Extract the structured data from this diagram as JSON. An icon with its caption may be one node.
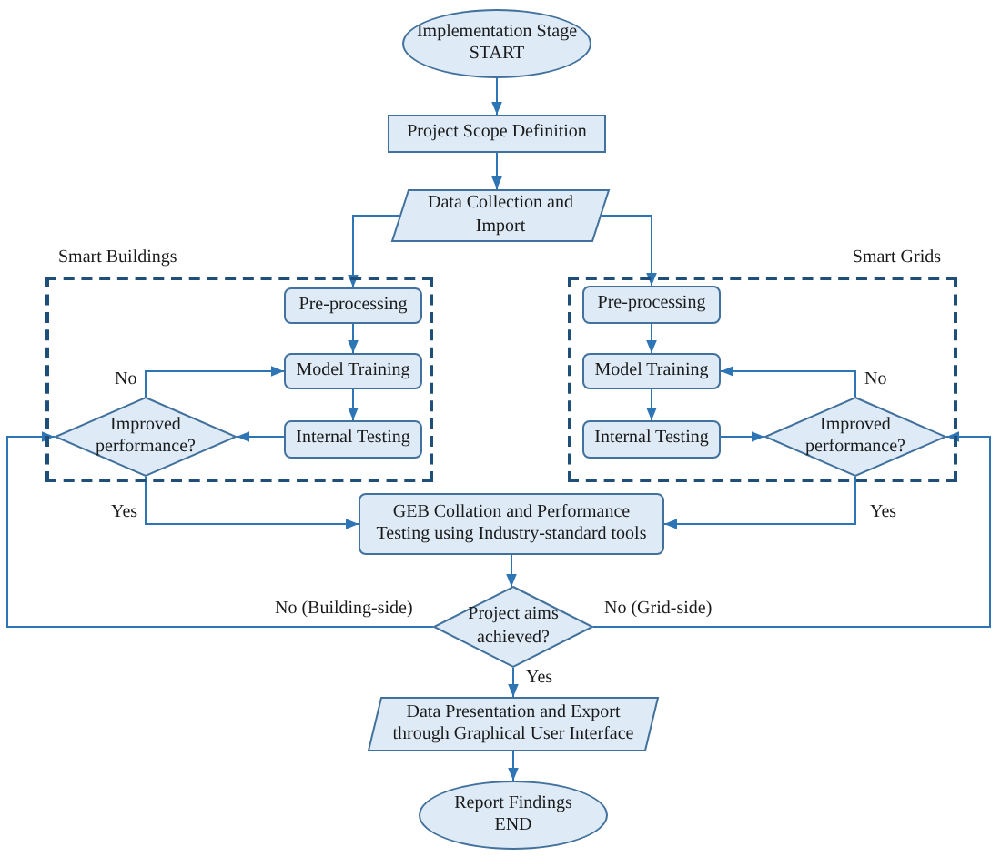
{
  "diagram": {
    "nodes": [
      {
        "text": [
          "Implementation Stage",
          "START"
        ]
      },
      {
        "text": [
          "Project Scope Definition"
        ]
      },
      {
        "text": [
          "Data Collection and Import"
        ]
      },
      {
        "text": [
          "Smart Buildings"
        ]
      },
      {
        "text": [
          "Pre-processing"
        ],
        "in": 3
      },
      {
        "text": [
          "Model Training"
        ],
        "in": 3
      },
      {
        "text": [
          "Internal Testing"
        ],
        "in": 3
      },
      {
        "text": [
          "Improved performance?"
        ],
        "in": 3
      },
      {
        "text": [
          "Smart Grids"
        ]
      },
      {
        "text": [
          "Pre-processing"
        ],
        "in": 8
      },
      {
        "text": [
          "Model Training"
        ],
        "in": 8
      },
      {
        "text": [
          "Internal Testing"
        ],
        "in": 8
      },
      {
        "text": [
          "Improved performance?"
        ],
        "in": 8
      },
      {
        "text": [
          "GEB Collation and Performance Testing using Industry-standard tools"
        ]
      },
      {
        "text": [
          "Project aims achieved?"
        ]
      },
      {
        "text": [
          "Data Presentation and Export through Graphical User Interface"
        ]
      },
      {
        "text": [
          "Report Findings",
          "END"
        ]
      }
    ],
    "edges": [
      {
        "from": 0,
        "to": 1,
        "arrow": "to"
      },
      {
        "from": 1,
        "to": 2,
        "arrow": "to"
      },
      {
        "from": 2,
        "to": 4,
        "arrow": "to"
      },
      {
        "from": 2,
        "to": 9,
        "arrow": "to"
      },
      {
        "from": 4,
        "to": 5,
        "arrow": "to"
      },
      {
        "from": 5,
        "to": 6,
        "arrow": "to"
      },
      {
        "from": 6,
        "to": 7,
        "arrow": "to"
      },
      {
        "from": 7,
        "to": 5,
        "arrow": "to",
        "label": "No"
      },
      {
        "from": 7,
        "to": 13,
        "arrow": "to",
        "label": "Yes"
      },
      {
        "from": 9,
        "to": 10,
        "arrow": "to"
      },
      {
        "from": 10,
        "to": 11,
        "arrow": "to"
      },
      {
        "from": 11,
        "to": 12,
        "arrow": "to"
      },
      {
        "from": 12,
        "to": 10,
        "arrow": "to",
        "label": "No"
      },
      {
        "from": 12,
        "to": 13,
        "arrow": "to",
        "label": "Yes"
      },
      {
        "from": 13,
        "to": 14,
        "arrow": "to"
      },
      {
        "from": 14,
        "to": 7,
        "arrow": "to",
        "label": "No (Building-side)"
      },
      {
        "from": 14,
        "to": 12,
        "arrow": "to",
        "label": "No (Grid-side)"
      },
      {
        "from": 14,
        "to": 15,
        "arrow": "to",
        "label": "Yes"
      },
      {
        "from": 15,
        "to": 16,
        "arrow": "to"
      }
    ]
  }
}
